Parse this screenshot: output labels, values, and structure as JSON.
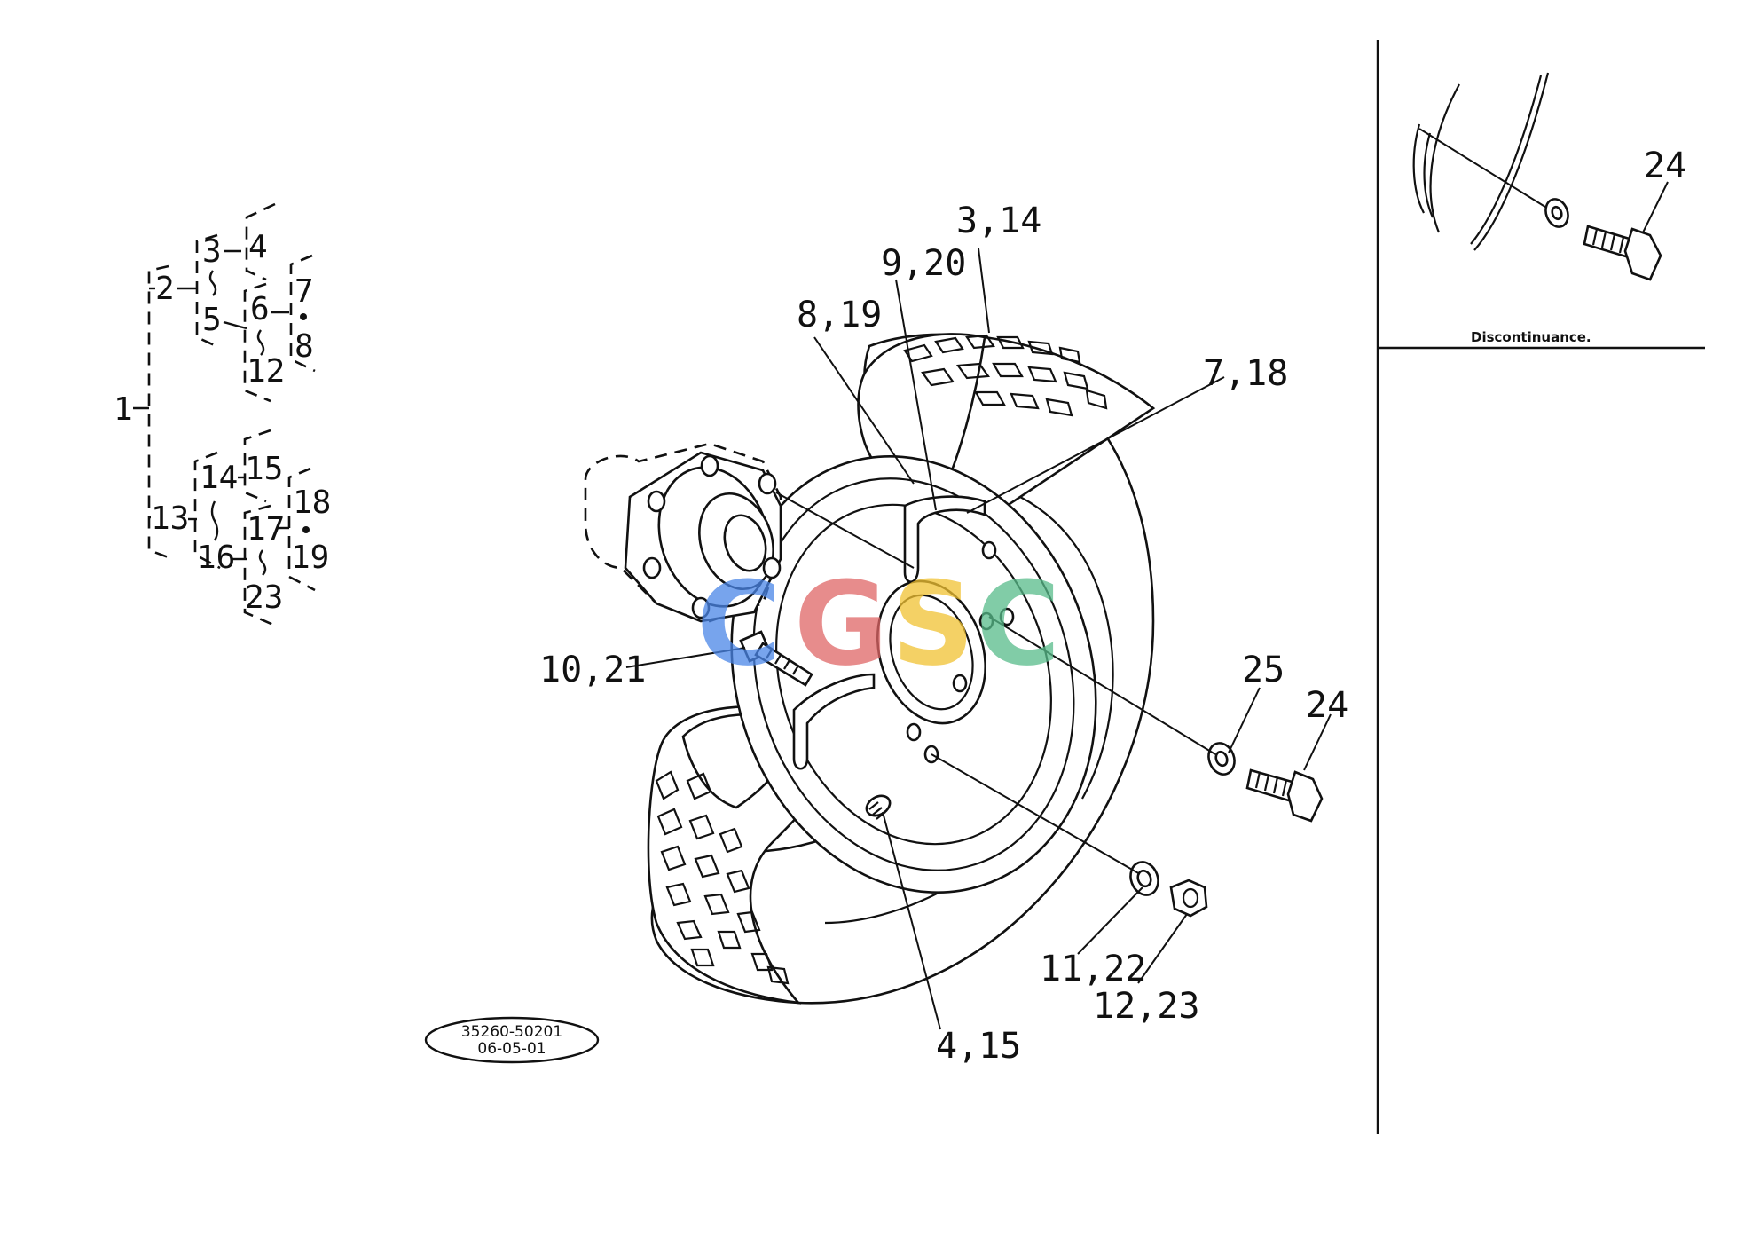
{
  "parts_tree": {
    "root": "1",
    "groups": [
      {
        "label": "2",
        "children": [
          {
            "label": "3",
            "sub": "4"
          },
          {
            "label": "5",
            "sub": "6",
            "range_end": "12",
            "pair": [
              "7",
              "8"
            ]
          }
        ]
      },
      {
        "label": "13",
        "children": [
          {
            "label": "14",
            "sub": "15"
          },
          {
            "label": "16",
            "sub": "17",
            "range_end": "23",
            "pair": [
              "18",
              "19"
            ]
          }
        ]
      }
    ]
  },
  "callouts": {
    "c_3_14": "3,14",
    "c_9_20": "9,20",
    "c_8_19": "8,19",
    "c_7_18": "7,18",
    "c_10_21": "10,21",
    "c_25": "25",
    "c_24": "24",
    "c_11_22": "11,22",
    "c_12_23": "12,23",
    "c_4_15": "4,15"
  },
  "inset": {
    "callout": "24",
    "note": "Discontinuance."
  },
  "reference_stamp": {
    "line1": "35260-50201",
    "line2": "06-05-01"
  },
  "watermark": {
    "letters": [
      "C",
      "G",
      "S",
      "C"
    ],
    "colors": [
      "#4a86e8",
      "#e06666",
      "#f1c232",
      "#57bb8a"
    ]
  }
}
